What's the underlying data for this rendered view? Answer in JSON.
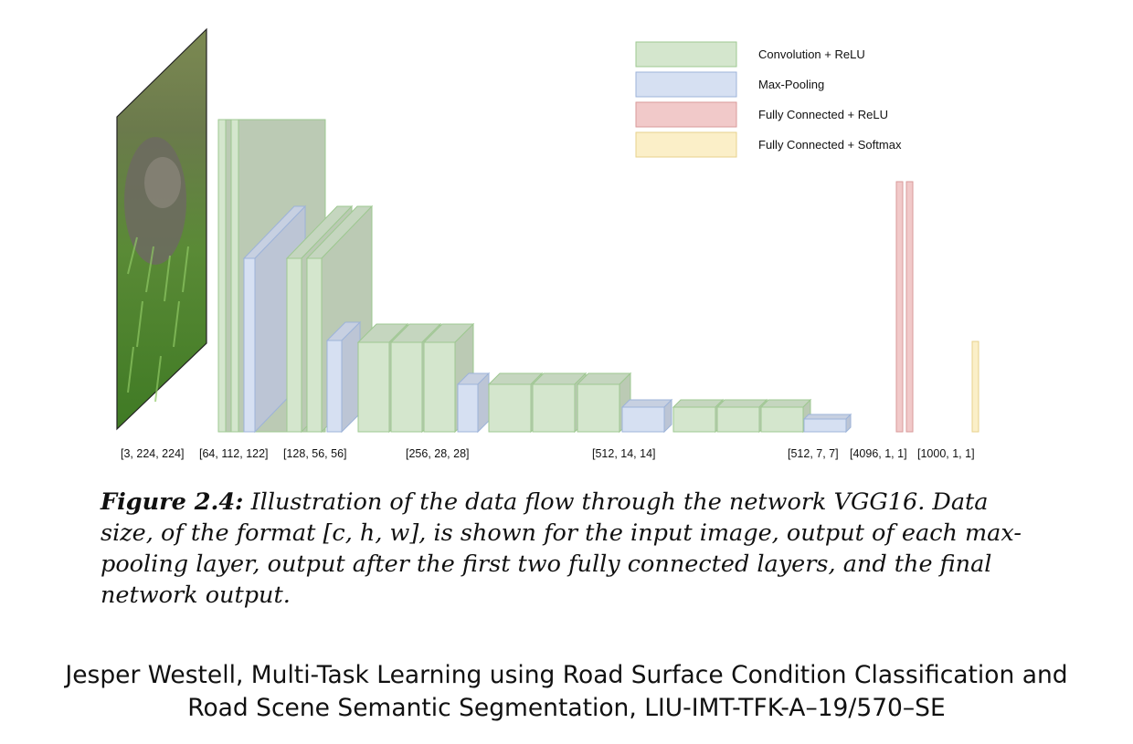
{
  "legend": [
    {
      "label": "Convolution + ReLU",
      "color": "#d4e6cd",
      "stroke": "#9ec891"
    },
    {
      "label": "Max-Pooling",
      "color": "#d6e0f2",
      "stroke": "#9db3d9"
    },
    {
      "label": "Fully Connected + ReLU",
      "color": "#f1c9c9",
      "stroke": "#d99a9a"
    },
    {
      "label": "Fully Connected + Softmax",
      "color": "#fbefc8",
      "stroke": "#e7d28c"
    }
  ],
  "data_sizes": [
    "[3, 224, 224]",
    "[64, 112, 122]",
    "[128, 56, 56]",
    "[256, 28, 28]",
    "[512, 14, 14]",
    "[512, 7, 7]",
    "[4096, 1, 1]",
    "[1000, 1, 1]"
  ],
  "caption": {
    "figure_label": "Figure 2.4:",
    "text": "Illustration of the data flow through the network VGG16. Data size, of the format [c, h, w], is shown for the input image, output of each max-pooling layer, output after the first two fully connected layers, and the final network output."
  },
  "footer": {
    "line1": "Jesper Westell, Multi-Task Learning using Road Surface Condition Classification and",
    "line2": "Road Scene Semantic Segmentation, LIU-IMT-TFK-A–19/570–SE"
  }
}
